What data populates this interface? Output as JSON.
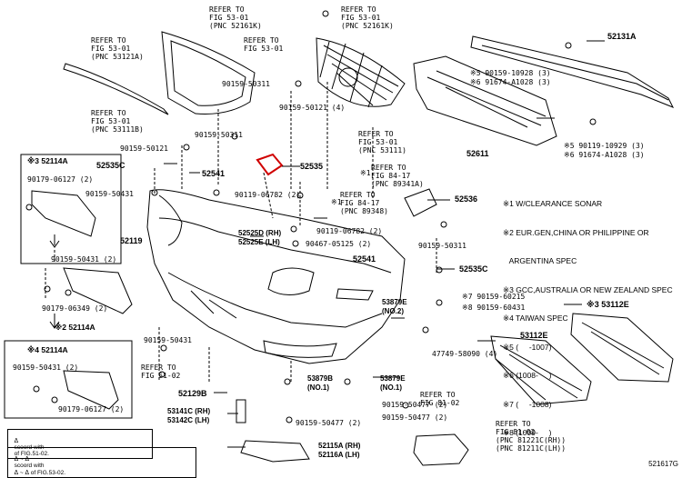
{
  "diagram_number": "521617G",
  "notes": [
    "※1 W/CLEARANCE SONAR",
    "※2 EUR.GEN,CHINA OR PHILIPPINE OR",
    "   ARGENTINA SPEC",
    "※3 GCC,AUSTRALIA OR NEW ZEALAND SPEC",
    "※4 TAIWAN SPEC",
    "※5 (     -1007)",
    "※6 (1008-     )",
    "※7 (     -1008)",
    "※8 (1009-     )"
  ],
  "refer_labels": {
    "r1": "REFER TO\nFIG 53-01\n(PNC 53121A)",
    "r2": "REFER TO\nFIG 53-01\n(PNC 53111B)",
    "r3": "REFER TO\nFIG 53-01",
    "r4": "REFER TO\nFIG 53-01\n(PNC 52161K)",
    "r5": "REFER TO\nFIG 53-01\n(PNC 52161K)",
    "r6": "REFER TO\nFIG 53-01\n(PNC 53111)",
    "r7": "REFER TO\nFIG 84-17\n(PNC 89341A)",
    "r8": "REFER TO\nFIG 84-17\n(PNC 89348)",
    "r9": "REFER TO\nFIG 51-02",
    "r10": "REFER TO\nFIG 81-02",
    "r11": "REFER TO\nFIG 81-02\n(PNC 81221C(RH))\n(PNC 81211C(LH))"
  },
  "parts": {
    "p52535": "52535",
    "p52541": "52541",
    "p52535c": "52535C",
    "p52119": "52119",
    "p52536": "52536",
    "p52541b": "52541",
    "p52535c2": "52535C",
    "p52611": "52611",
    "p52131a": "52131A",
    "p52525": "52525D (RH)\n52525E (LH)",
    "p53879e": "53879E\n(NO.2)",
    "p53112e": "53112E",
    "p53112e3": "※3 53112E",
    "p52129": "52129B",
    "p53879b": "53879B\n(NO.1)",
    "p53879e1": "53879E\n(NO.1)",
    "p53141": "53141C (RH)\n53142C (LH)",
    "p52115": "52115A (RH)\n52116A (LH)",
    "p52114a3": "※3 52114A",
    "p52114a2": "※2 52114A",
    "p52114a4": "※4 52114A"
  },
  "fasteners": {
    "f1": "90159-50311",
    "f2": "90159-50121",
    "f3": "90159-50121 (4)",
    "f4": "90159-50311",
    "f5": "90119-06782 (2)",
    "f6": "90119-06782 (2)",
    "f7": "90467-05125 (2)",
    "f8": "90159-50431",
    "f9": "90159-50311",
    "f10": "90159-50431",
    "f11": "90159-50477 (2)",
    "f12": "90159-50477 (2)",
    "f13": "90159-50431 (2)",
    "f14": "90179-06349 (2)",
    "f15": "90159-50431 (2)",
    "f16": "90179-06127 (2)",
    "f17": "90179-06127 (2)",
    "f18": "※1",
    "f19": "※1",
    "f20": "※5 90159-10928 (3)",
    "f21": "※6 91674-A1028 (3)",
    "f22": "※5 90119-10929 (3)",
    "f23": "※6 91674-A1028 (3)",
    "f24": "※7 90159-60215",
    "f25": "※8 90159-60431",
    "f26": "47749-58090 (4)",
    "f27": "90159-50477 (2)"
  },
  "legend": {
    "row1_a": "ᐃ",
    "row1_b": "scoord with",
    "row1_c": "of FIG.51-02.",
    "row2_a": "ᐃ ~ ᐃ",
    "row2_b": "scoord with",
    "row2_c": "ᐃ ~ ᐃ of FIG.53-02."
  }
}
